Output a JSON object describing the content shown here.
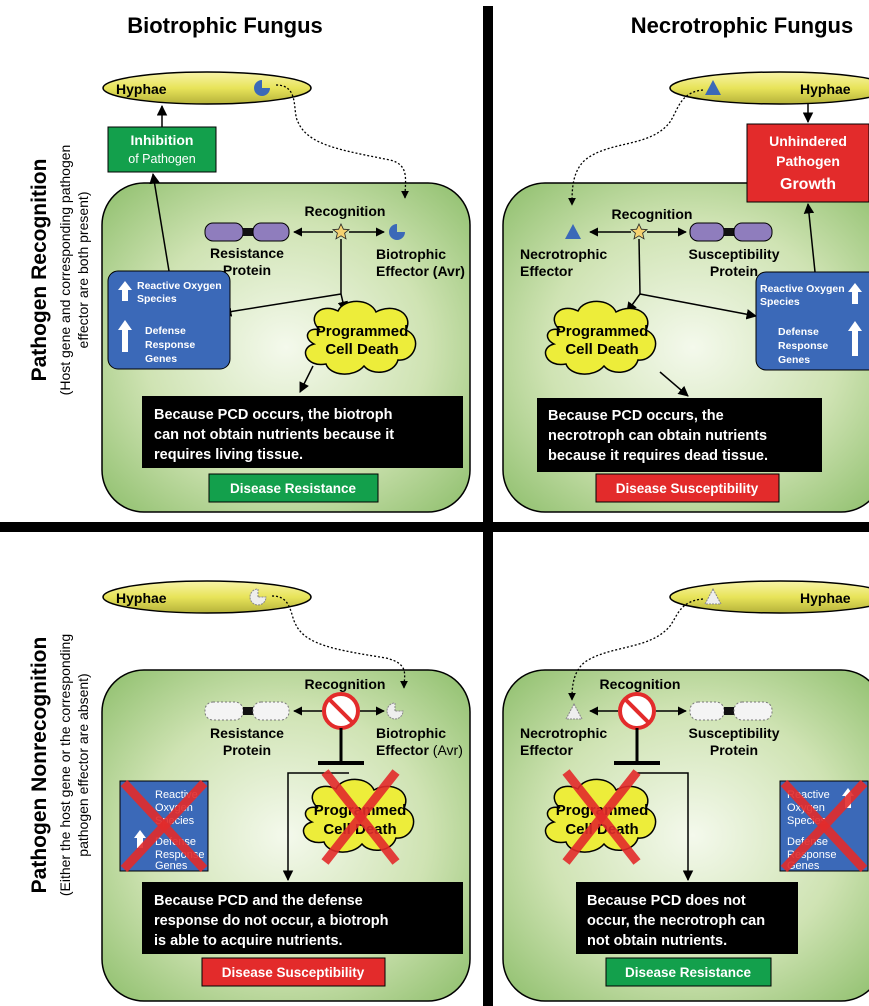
{
  "headers": {
    "left": "Biotrophic Fungus",
    "right": "Necrotrophic Fungus"
  },
  "row_labels": {
    "top": {
      "title": "Pathogen Recognition",
      "sub1": "(Host gene and corresponding pathogen",
      "sub2": "effector are both present)"
    },
    "bottom": {
      "title": "Pathogen Nonrecognition",
      "sub1": "(Either the host gene or the  corresponding",
      "sub2": "pathogen effector are absent)"
    }
  },
  "hyphae": "Hyphae",
  "recognition": "Recognition",
  "resistance_protein": [
    "Resistance",
    "Protein"
  ],
  "biotrophic_effector": [
    "Biotrophic",
    "Effector (Avr)"
  ],
  "biotrophic_effector_b": {
    "prefix": "Effector ",
    "suffix": "(Avr)"
  },
  "necrotrophic_effector": [
    "Necrotrophic",
    "Effector"
  ],
  "susceptibility_protein": [
    "Susceptibility",
    "Protein"
  ],
  "ros": [
    "Reactive Oxygen",
    "Species"
  ],
  "ros_stack": [
    "Reactive",
    "Oxygen",
    "Species"
  ],
  "defense_genes": [
    "Defense",
    "Response",
    "Genes"
  ],
  "pcd": [
    "Programmed",
    "Cell Death"
  ],
  "inhibition": [
    "Inhibition",
    "of Pathogen"
  ],
  "unhindered": [
    "Unhindered",
    "Pathogen",
    "Growth"
  ],
  "boxes": {
    "tl": [
      "Because PCD occurs, the biotroph",
      "can not obtain nutrients because it",
      "requires living tissue."
    ],
    "tr": [
      "Because PCD occurs, the",
      "necrotroph can obtain nutrients",
      "because it requires dead tissue."
    ],
    "bl": [
      "Because PCD and the defense",
      "response do not occur, a biotroph",
      "is able to acquire nutrients."
    ],
    "br": [
      "Because PCD does not",
      "occur, the necrotroph can",
      "not obtain nutrients."
    ]
  },
  "outcomes": {
    "tl": "Disease Resistance",
    "tr": "Disease Susceptibility",
    "bl": "Disease Susceptibility",
    "br": "Disease Resistance"
  },
  "colors": {
    "green": "#13a04c",
    "red": "#e32b2b",
    "blue": "#3b69b8",
    "purple": "#8f7dbd",
    "yellow": "#eded3a",
    "hyphae": "#ece85a",
    "cell": "#cfe3b3"
  }
}
